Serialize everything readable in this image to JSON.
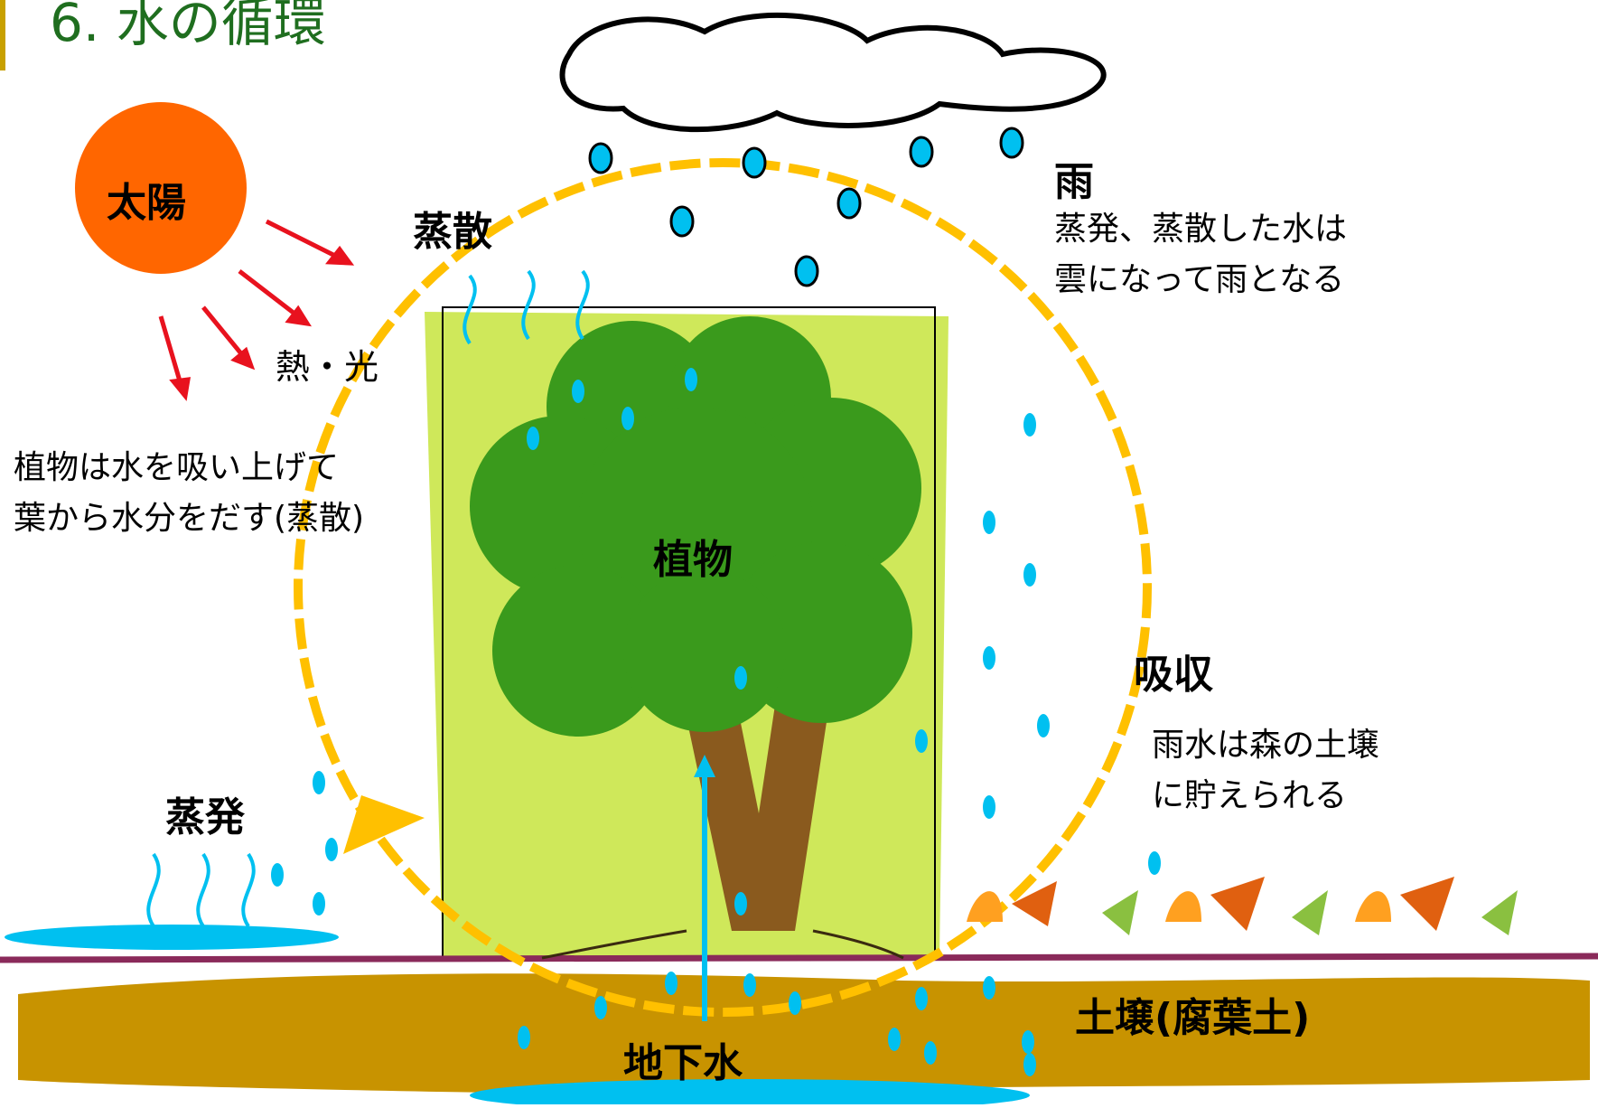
{
  "title": "6. 水の循環",
  "labels": {
    "sun": "太陽",
    "heat_light": "熱・光",
    "transpiration": "蒸散",
    "rain": "雨",
    "plant": "植物",
    "absorption": "吸収",
    "evaporation": "蒸発",
    "soil": "土壌(腐葉土)",
    "groundwater": "地下水"
  },
  "notes": {
    "plant_note": [
      "植物は水を吸い上げて",
      "葉から水分をだす(蒸散)"
    ],
    "rain_note": [
      "蒸発、蒸散した水は",
      "雲になって雨となる"
    ],
    "soil_note": [
      "雨水は森の土壌",
      "に貯えられる"
    ]
  },
  "colors": {
    "title": "#1f6e1f",
    "sun": "#ff6600",
    "arrow_red": "#e8121e",
    "cycle": "#ffc000",
    "water": "#00c0f0",
    "foliage": "#3a9a1c",
    "panel": "#cfe85a",
    "soil": "#c89300",
    "trunk": "#8a5a1e",
    "ground_line": "#8a2a5a"
  }
}
